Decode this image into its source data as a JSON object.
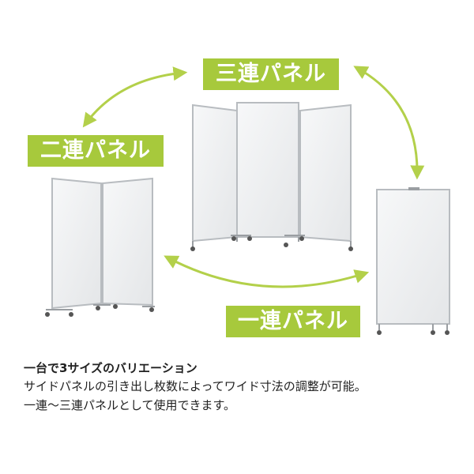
{
  "colors": {
    "label_bg": "#a7c93c",
    "arrow": "#b3d04a",
    "frame": "#b8bcc0",
    "panel": "#f0f1f2",
    "caption_text": "#222222"
  },
  "labels": {
    "three_panel": "三連パネル",
    "two_panel": "二連パネル",
    "one_panel": "一連パネル"
  },
  "caption": {
    "title": "一台で3サイズのバリエーション",
    "line1": "サイドパネルの引き出し枚数によってワイド寸法の調整が可能。",
    "line2": "一連～三連パネルとして使用できます。"
  }
}
